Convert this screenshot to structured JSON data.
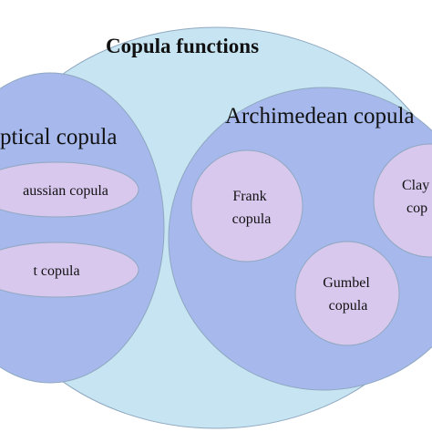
{
  "title": "Copula functions",
  "groups": {
    "elliptical": {
      "label": "ptical copula",
      "items": [
        "aussian copula",
        "t copula"
      ]
    },
    "archimedean": {
      "label": "Archimedean copula",
      "items": [
        [
          "Frank",
          "copula"
        ],
        [
          "Gumbel",
          "copula"
        ],
        [
          "Clay",
          "cop"
        ]
      ]
    }
  },
  "colors": {
    "outer_fill": "#c6e4f1",
    "group_fill": "#a6b8ec",
    "item_fill": "#d8c8ee",
    "stroke": "#8fa8c0"
  }
}
